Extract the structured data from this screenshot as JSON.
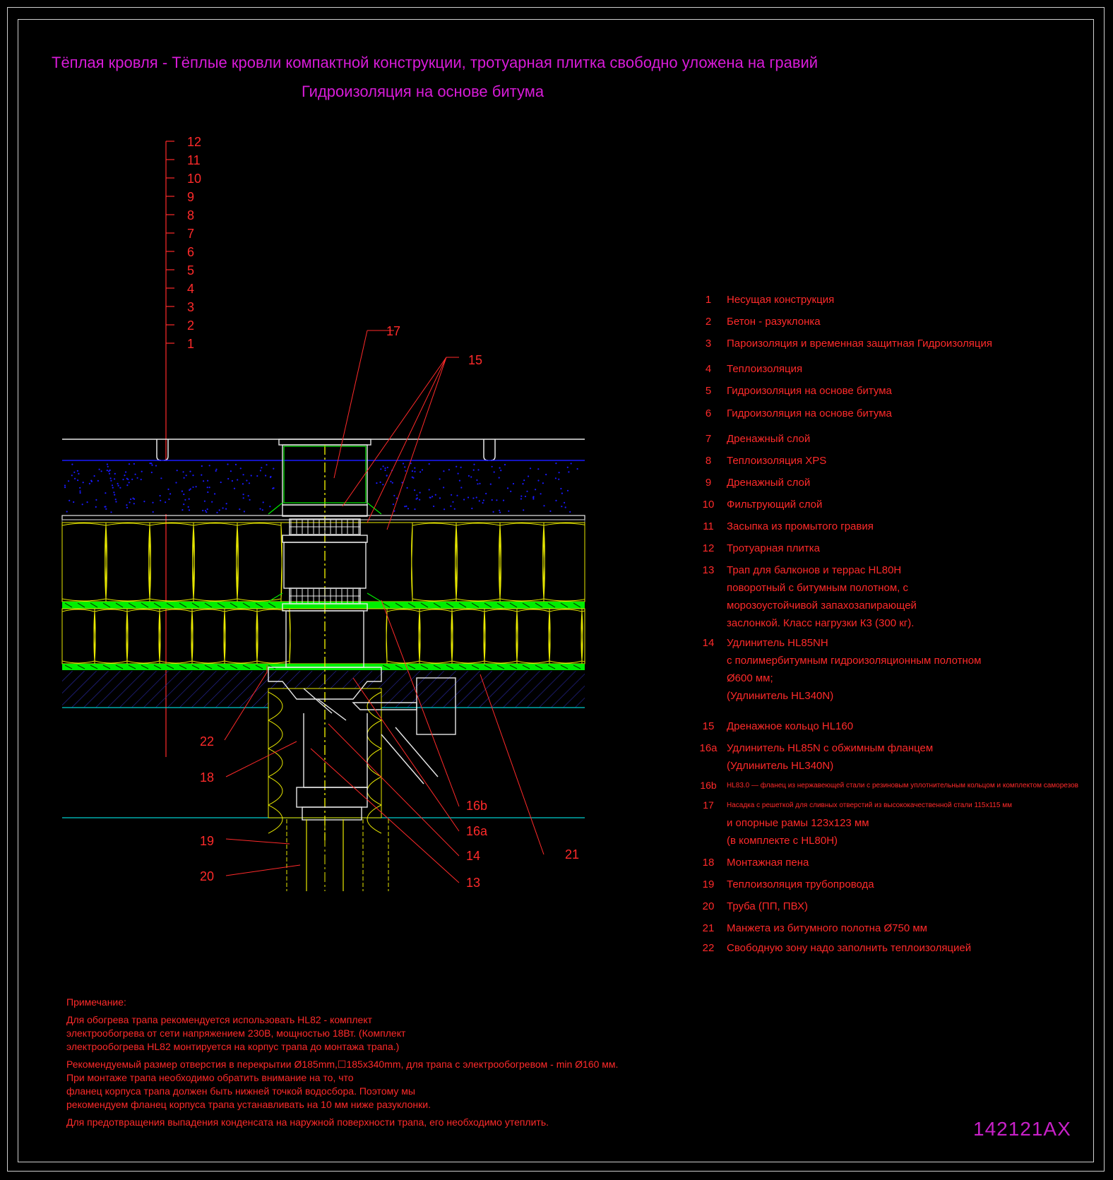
{
  "titles": {
    "line1": "Тёплая кровля - Тёплые кровли компактной конструкции, тротуарная плитка свободно уложена на гравий",
    "line2": "Гидроизоляция на основе битума"
  },
  "layer_scale": [
    "12",
    "11",
    "10",
    "9",
    "8",
    "7",
    "6",
    "5",
    "4",
    "3",
    "2",
    "1"
  ],
  "callouts": {
    "c13": "13",
    "c14": "14",
    "c15": "15",
    "c16a": "16a",
    "c16b": "16b",
    "c17": "17",
    "c18": "18",
    "c19": "19",
    "c20": "20",
    "c21": "21",
    "c22": "22"
  },
  "legend": [
    {
      "num": "1",
      "lines": [
        "Несущая конструкция"
      ]
    },
    {
      "num": "2",
      "lines": [
        "Бетон - разуклонка"
      ]
    },
    {
      "num": "3",
      "lines": [
        "Пароизоляция и временная защитная Гидроизоляция"
      ]
    },
    {
      "num": "4",
      "lines": [
        "Теплоизоляция"
      ]
    },
    {
      "num": "5",
      "lines": [
        "Гидроизоляция на основе битума"
      ]
    },
    {
      "num": "6",
      "lines": [
        "Гидроизоляция на основе битума"
      ]
    },
    {
      "num": "7",
      "lines": [
        "Дренажный слой"
      ]
    },
    {
      "num": "8",
      "lines": [
        "Теплоизоляция XPS"
      ]
    },
    {
      "num": "9",
      "lines": [
        "Дренажный слой"
      ]
    },
    {
      "num": "10",
      "lines": [
        "Фильтрующий слой"
      ]
    },
    {
      "num": "11",
      "lines": [
        "Засыпка из промытого гравия"
      ]
    },
    {
      "num": "12",
      "lines": [
        "Тротуарная плитка"
      ]
    },
    {
      "num": "13",
      "lines": [
        "Трап для балконов и террас HL80H",
        "поворотный  с битумным полотном, с",
        "морозоустойчивой запахозапирающей",
        "заслонкой. Класс нагрузки К3 (300 кг)."
      ]
    },
    {
      "num": "14",
      "lines": [
        "Удлинитель HL85NH",
        " с полимербитумным гидроизоляционным полотном",
        "Ø600 мм;",
        "(Удлинитель HL340N)"
      ]
    },
    {
      "num": "15",
      "lines": [
        "Дренажное кольцо HL160"
      ]
    },
    {
      "num": "16а",
      "lines": [
        "Удлинитель HL85N с обжимным фланцем",
        "(Удлинитель HL340N)"
      ]
    },
    {
      "num": "16b",
      "lines": [
        "HL83.0 — фланец из нержавеющей стали с резиновым уплотнительным кольцом и комплектом саморезов"
      ],
      "small": true
    },
    {
      "num": "17",
      "lines": [
        "Насадка с решеткой для сливных отверстий из высококачественной стали 115x115 мм"
      ],
      "small": true,
      "extra": [
        "и опорные рамы 123х123 мм",
        "(в комплекте с HL80H)"
      ]
    },
    {
      "num": "18",
      "lines": [
        "Монтажная пена"
      ]
    },
    {
      "num": "19",
      "lines": [
        "Теплоизоляция трубопровода"
      ]
    },
    {
      "num": "20",
      "lines": [
        "Труба (ПП, ПВХ)"
      ]
    },
    {
      "num": "21",
      "lines": [
        "Манжета из битумного полотна Ø750 мм"
      ]
    },
    {
      "num": "22",
      "lines": [
        " Свободную зону надо заполнить теплоизоляцией"
      ]
    }
  ],
  "notes": {
    "heading": "Примечание:",
    "p1": [
      "Для обогрева трапа рекомендуется использовать HL82 - комплект",
      "электрообогрева от сети напряжением 230В, мощностью 18Вт. (Комплект",
      "электрообогрева HL82 монтируется на корпус трапа до монтажа трапа.)"
    ],
    "p2": [
      "Рекомендуемый размер отверстия в перекрытии Ø185mm,☐185x340mm, для трапа с электрообогревом - min Ø160 мм.",
      "При монтаже трапа необходимо обратить внимание на то, что",
      "фланец корпуса трапа должен быть нижней точкой водосбора. Поэтому мы",
      "рекомендуем фланец корпуса трапа устанавливать на 10 мм ниже разуклонки."
    ],
    "p3": [
      "Для предотвращения выпадения конденсата на наружной поверхности трапа, его необходимо утеплить."
    ]
  },
  "drawing_code": "142121AX",
  "colors": {
    "title": "#d81bd8",
    "text": "#ff2a2a",
    "insulation": "#e8e800",
    "drain_layer": "#00ee00",
    "gravel": "#1a1aff",
    "concrete": "#2a2aaa",
    "cyan": "#00cccc",
    "white": "#e8e8e8"
  }
}
